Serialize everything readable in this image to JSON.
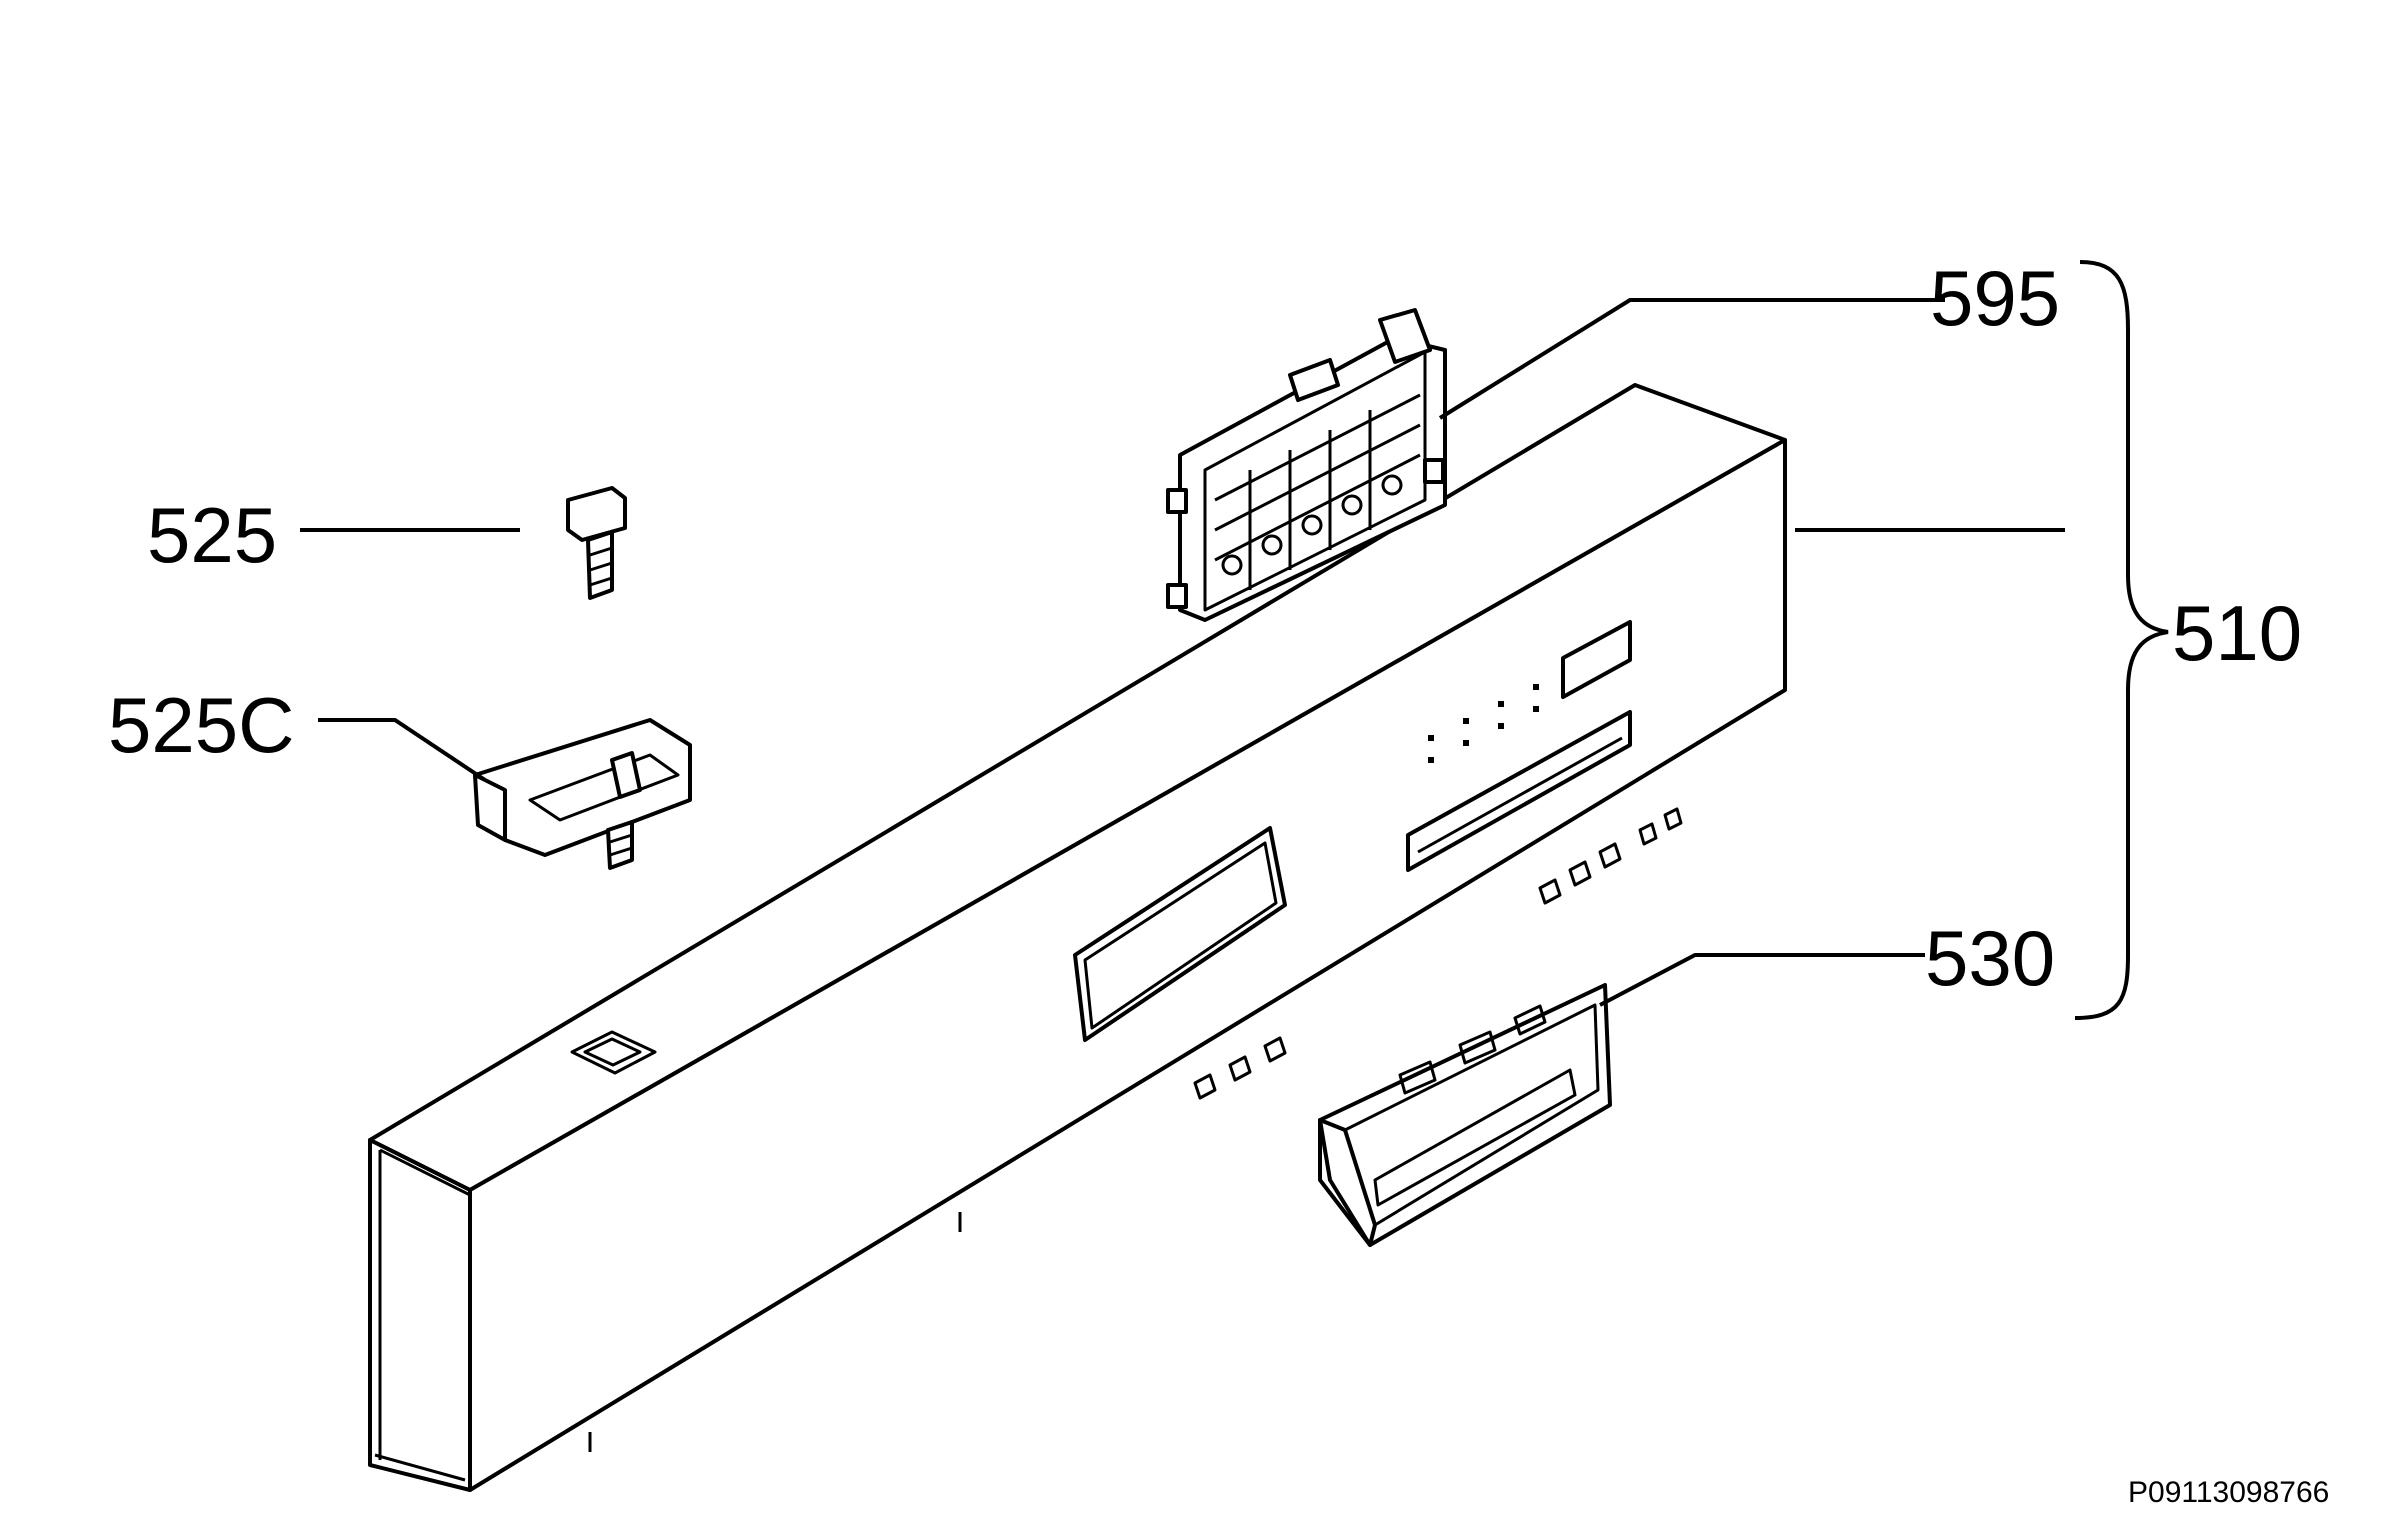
{
  "callouts": {
    "c595": "595",
    "c525": "525",
    "c525c": "525C",
    "c510": "510",
    "c530": "530"
  },
  "doc_id": "P09113098766"
}
